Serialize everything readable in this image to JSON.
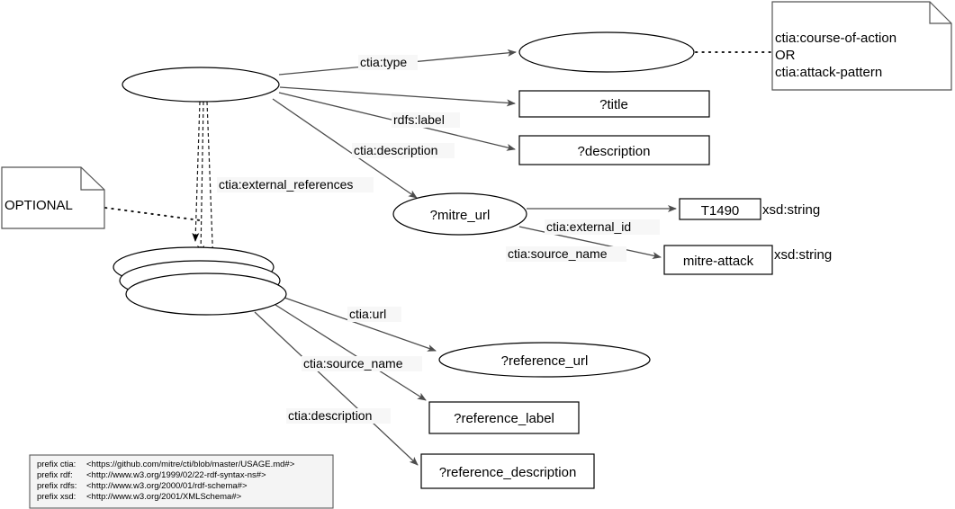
{
  "diagram": {
    "nodes": {
      "subject": "",
      "type_value": "",
      "title_var": "?title",
      "description_var": "?description",
      "mitre_url": "?mitre_url",
      "external_id_value": "T1490",
      "source_name_value": "mitre-attack",
      "reference_url": "?reference_url",
      "reference_label": "?reference_label",
      "reference_description": "?reference_description"
    },
    "datatypes": {
      "external_id_type": "xsd:string",
      "source_name_type": "xsd:string"
    },
    "edges": {
      "type": "ctia:type",
      "rdfs_label": "rdfs:label",
      "description": "ctia:description",
      "external_references": "ctia:external_references",
      "external_id": "ctia:external_id",
      "source_name_mitre": "ctia:source_name",
      "url": "ctia:url",
      "source_name_ref": "ctia:source_name",
      "description_ref": "ctia:description"
    },
    "notes": {
      "optional": "OPTIONAL",
      "type_options": [
        "ctia:course-of-action",
        "OR",
        "ctia:attack-pattern"
      ]
    },
    "legend": {
      "rows": [
        {
          "prefix": "prefix ctia:",
          "uri": "<https://github.com/mitre/cti/blob/master/USAGE.md#>"
        },
        {
          "prefix": "prefix rdf:",
          "uri": "<http://www.w3.org/1999/02/22-rdf-syntax-ns#>"
        },
        {
          "prefix": "prefix rdfs:",
          "uri": "<http://www.w3.org/2000/01/rdf-schema#>"
        },
        {
          "prefix": "prefix xsd:",
          "uri": "<http://www.w3.org/2001/XMLSchema#>"
        }
      ]
    },
    "colors": {
      "shape_stroke": "#000000",
      "edge_stroke": "#4d4d4d",
      "background": "#ffffff",
      "legend_fill": "#f4f4f4"
    }
  }
}
